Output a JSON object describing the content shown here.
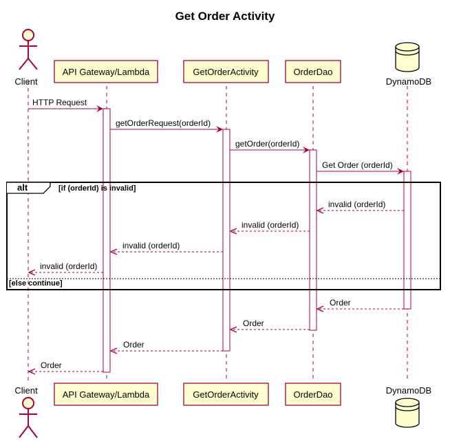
{
  "title": "Get Order Activity",
  "participants": {
    "client": "Client",
    "gateway": "API Gateway/Lambda",
    "activity": "GetOrderActivity",
    "dao": "OrderDao",
    "db": "DynamoDB"
  },
  "messages": {
    "m1": "HTTP Request",
    "m2": "getOrderRequest(orderId)",
    "m3": "getOrder(orderId)",
    "m4": "Get Order (orderId)",
    "m5": "invalid (orderId)",
    "m6": "invalid (orderId)",
    "m7": "invalid (orderId)",
    "m8": "invalid (orderId)",
    "m9": "Order",
    "m10": "Order",
    "m11": "Order",
    "m12": "Order"
  },
  "fragment": {
    "keyword": "alt",
    "condition": "[if (orderId) is invalid]",
    "else_condition": "[else continue]"
  },
  "colors": {
    "arrow": "#A80036",
    "participant_fill": "#FEFECE",
    "lifeline": "#A80036"
  }
}
